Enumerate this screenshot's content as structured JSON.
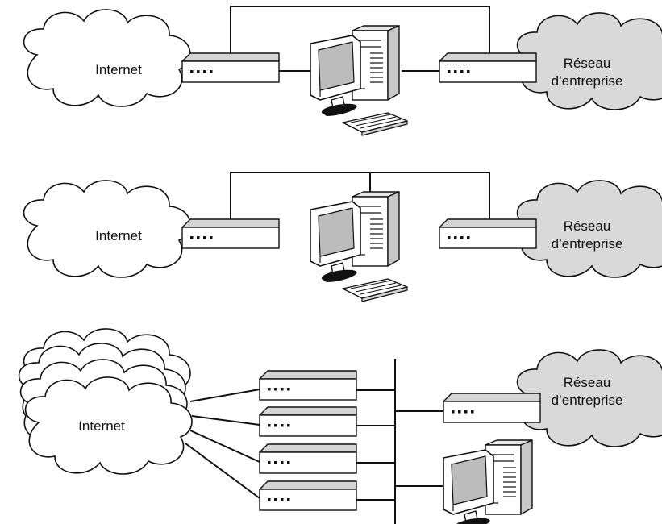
{
  "colors": {
    "stroke": "#111111",
    "cloud_internet": "#ffffff",
    "cloud_enterprise": "#d9d9d9",
    "device_top": "#d4d4d4",
    "device_front": "#ffffff",
    "monitor_screen": "#bcbcbc",
    "tower_side": "#c8c8c8"
  },
  "diagram1": {
    "internet_label": "Internet",
    "enterprise_label_line1": "Réseau",
    "enterprise_label_line2": "d’entreprise"
  },
  "diagram2": {
    "internet_label": "Internet",
    "enterprise_label_line1": "Réseau",
    "enterprise_label_line2": "d’entreprise"
  },
  "diagram3": {
    "internet_label": "Internet",
    "enterprise_label_line1": "Réseau",
    "enterprise_label_line2": "d’entreprise"
  }
}
